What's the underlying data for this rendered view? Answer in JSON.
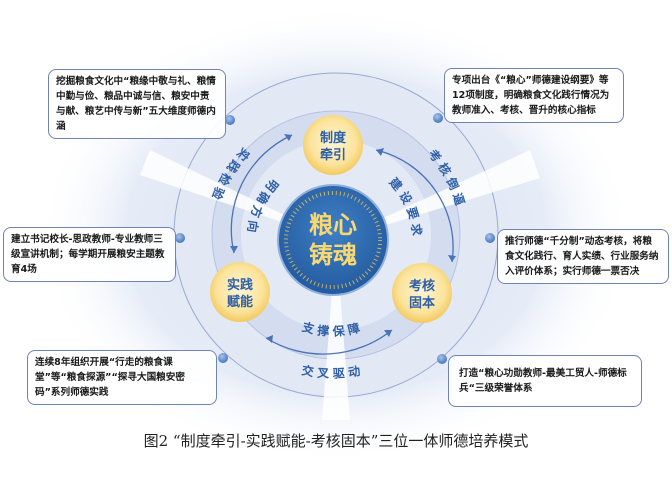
{
  "center": {
    "line1": "粮心",
    "line2": "铸魂"
  },
  "nodes": [
    {
      "line1": "制度",
      "line2": "牵引"
    },
    {
      "line1": "实践",
      "line2": "赋能"
    },
    {
      "line1": "考核",
      "line2": "固本"
    }
  ],
  "arc_labels": {
    "outer_left": "实践检验",
    "inner_left": "明确方向",
    "outer_right": "考核倒逼",
    "inner_right": "建设要求",
    "inner_bottom": "支撑保障",
    "outer_bottom": "交叉驱动"
  },
  "boxes": {
    "top_left": "挖掘粮食文化中“粮缘中敬与礼、粮情中勤与俭、粮品中诚与信、粮安中责与献、粮艺中传与新”五大维度师德内涵",
    "top_right": "专项出台《“粮心”师德建设纲要》等12项制度，明确粮食文化践行情况为教师准入、考核、晋升的核心指标",
    "mid_left": "建立书记校长-思政教师-专业教师三级宣讲机制；每学期开展粮安主题教育4场",
    "mid_right": "推行师德“千分制”动态考核，将粮食文化践行、育人实绩、行业服务纳入评价体系；实行师德一票否决",
    "bottom_left": "连续8年组织开展“行走的粮食课堂”等“粮食探源”“探寻大国粮安密码”系列师德实践",
    "bottom_right": "打造“粮心功勋教师-最美工贸人-师德标兵“三级荣誉体系"
  },
  "caption": "图2 “制度牵引-实践赋能-考核固本”三位一体师德培养模式",
  "colors": {
    "accent": "#2f5fa8",
    "node": "#f7d978",
    "ring": "#dbe4f3"
  }
}
